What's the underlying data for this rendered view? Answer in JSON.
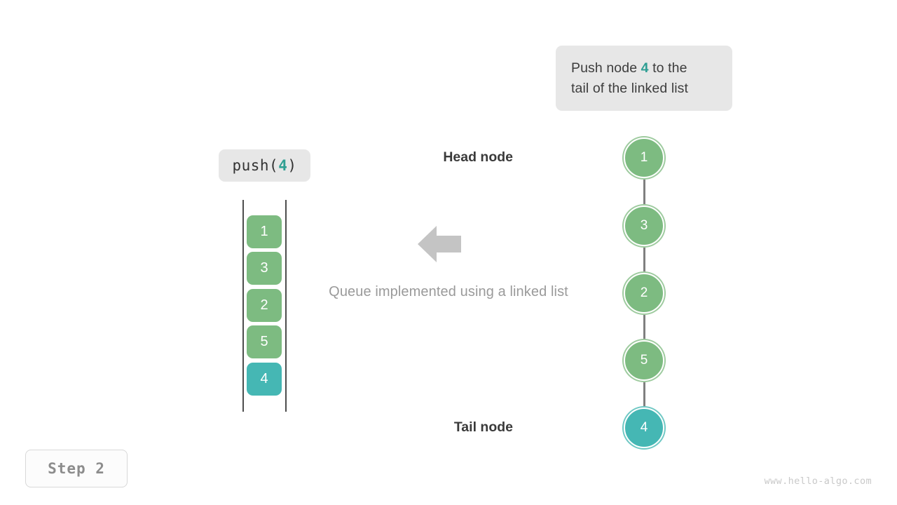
{
  "description": {
    "line1_prefix": "Push node ",
    "accent_value": "4",
    "line1_suffix": " to the",
    "line2": "tail of the linked list"
  },
  "operation": {
    "prefix": "push(",
    "argument": "4",
    "suffix": ")"
  },
  "queue": {
    "cells": [
      {
        "value": "1",
        "highlight": false
      },
      {
        "value": "3",
        "highlight": false
      },
      {
        "value": "2",
        "highlight": false
      },
      {
        "value": "5",
        "highlight": false
      },
      {
        "value": "4",
        "highlight": true
      }
    ]
  },
  "arrow": {
    "icon": "arrow-left-icon",
    "direction": "left",
    "color": "#c4c4c4"
  },
  "caption": "Queue implemented using a linked list",
  "linked_list": {
    "head_label": "Head node",
    "tail_label": "Tail node",
    "nodes": [
      {
        "value": "1",
        "highlight": false
      },
      {
        "value": "3",
        "highlight": false
      },
      {
        "value": "2",
        "highlight": false
      },
      {
        "value": "5",
        "highlight": false
      },
      {
        "value": "4",
        "highlight": true
      }
    ]
  },
  "step_badge": "Step 2",
  "watermark": "www.hello-algo.com",
  "colors": {
    "node_green": "#7dbb81",
    "node_green_ring": "#9ecb9f",
    "accent_teal": "#45b7b4",
    "accent_teal_ring": "#6fc8c4",
    "accent_text_teal": "#2e9e93",
    "edge_gray": "#808080",
    "box_gray": "#e7e7e7",
    "caption_gray": "#9a9a9a",
    "label_dark": "#3a3a3a"
  }
}
